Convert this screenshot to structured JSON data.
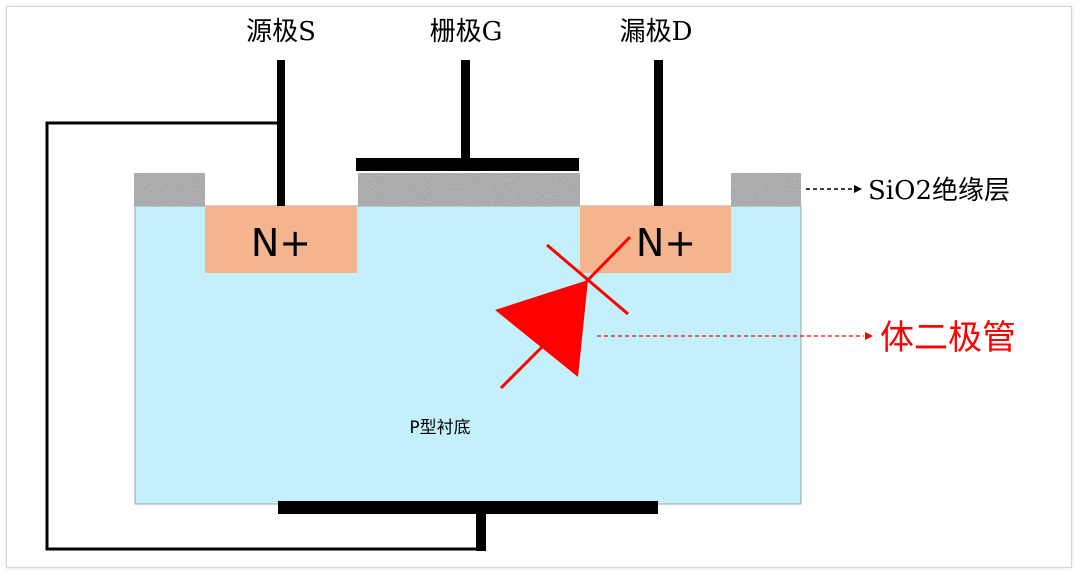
{
  "terminals": {
    "source": "源极S",
    "gate": "栅极G",
    "drain": "漏极D"
  },
  "regions": {
    "n_left": "N+",
    "n_right": "N+",
    "substrate": "P型衬底"
  },
  "labels": {
    "oxide": "SiO2绝缘层",
    "body_diode": "体二极管"
  },
  "colors": {
    "substrate": "#c3f0fb",
    "n_region": "#f3b48e",
    "oxide": "#9a9a9a",
    "diode": "#ff0000",
    "metal": "#000000"
  }
}
